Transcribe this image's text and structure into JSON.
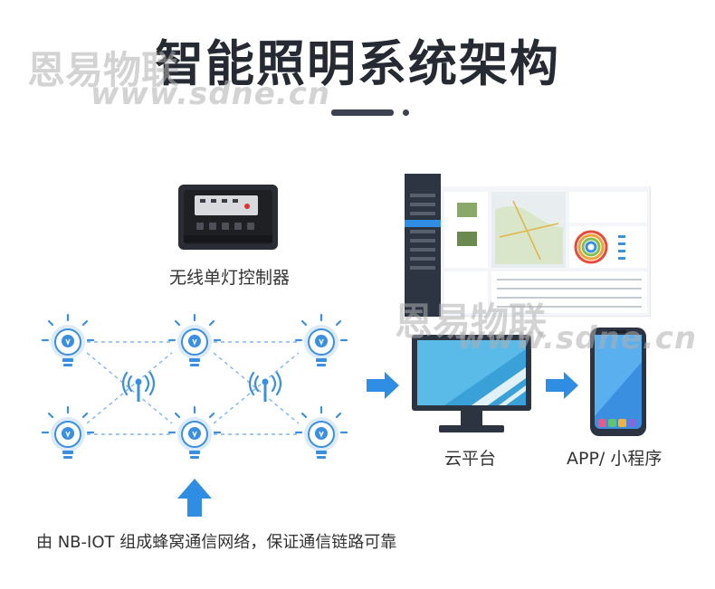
{
  "title": "智能照明系统架构",
  "watermark": {
    "text_cn": "恩易物联",
    "text_url": "www.sdne.cn"
  },
  "labels": {
    "controller": "无线单灯控制器",
    "cloud": "云平台",
    "app": "APP/ 小程序",
    "network_caption": "由 NB-IOT 组成蜂窝通信网络，保证通信链路可靠"
  },
  "colors": {
    "accent_blue": "#2f8ee4",
    "title_text": "#262b33",
    "bulb_fill": "#3a8fe0",
    "ring": "#c9e0f8"
  },
  "icons": [
    "bulb-icon",
    "wireless-signal-icon",
    "arrow-right-icon",
    "arrow-up-icon",
    "monitor-icon",
    "phone-icon",
    "controller-device-icon",
    "dashboard-screenshot"
  ]
}
